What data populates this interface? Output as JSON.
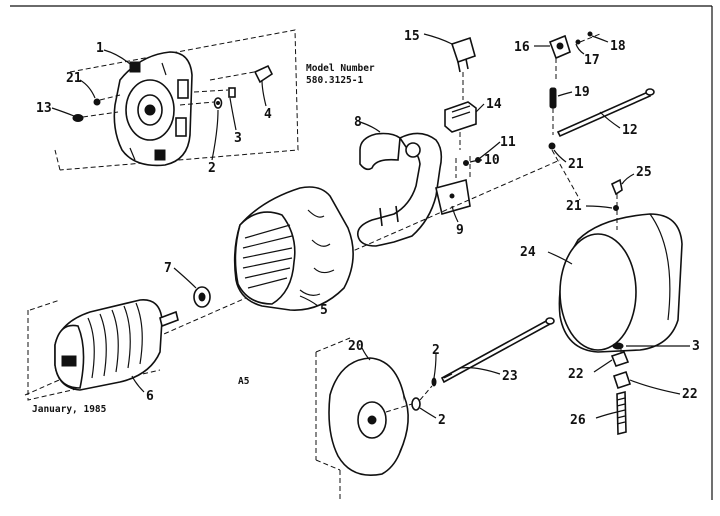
{
  "model_number_label": "Model Number",
  "model_number_value": "580.3125-1",
  "date_text": "January, 1985",
  "page_code": "A5",
  "callouts": {
    "c1": "1",
    "c2": "2",
    "c3": "3",
    "c4": "4",
    "c5": "5",
    "c6": "6",
    "c7": "7",
    "c8": "8",
    "c9": "9",
    "c10": "10",
    "c11": "11",
    "c12": "12",
    "c13": "13",
    "c14": "14",
    "c15": "15",
    "c16": "16",
    "c17": "17",
    "c18": "18",
    "c19": "19",
    "c20": "20",
    "c21a": "21",
    "c21b": "21",
    "c21c": "21",
    "c22a": "22",
    "c22b": "22",
    "c23": "23",
    "c24": "24",
    "c25": "25",
    "c26": "26",
    "c2b": "2",
    "c2c": "2",
    "c3b": "3"
  }
}
